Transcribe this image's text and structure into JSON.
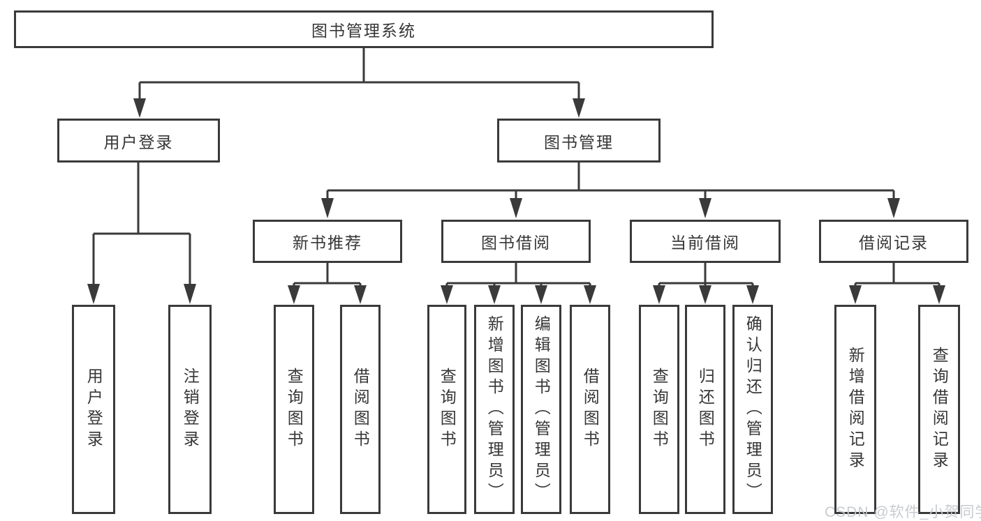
{
  "tree": {
    "label": "图书管理系统",
    "children": [
      {
        "label": "用户登录",
        "children": [
          {
            "label": "用户登录"
          },
          {
            "label": "注销登录"
          }
        ]
      },
      {
        "label": "图书管理",
        "children": [
          {
            "label": "新书推荐",
            "children": [
              {
                "label": "查询图书"
              },
              {
                "label": "借阅图书"
              }
            ]
          },
          {
            "label": "图书借阅",
            "children": [
              {
                "label": "查询图书"
              },
              {
                "label": "新增图书（管理员）"
              },
              {
                "label": "编辑图书（管理员）"
              },
              {
                "label": "借阅图书"
              }
            ]
          },
          {
            "label": "当前借阅",
            "children": [
              {
                "label": "查询图书"
              },
              {
                "label": "归还图书"
              },
              {
                "label": "确认归还（管理员）"
              }
            ]
          },
          {
            "label": "借阅记录",
            "children": [
              {
                "label": "新增借阅记录"
              },
              {
                "label": "查询借阅记录"
              }
            ]
          }
        ]
      }
    ]
  },
  "watermark": "CSDN @软件_小贺同学",
  "colors": {
    "line": "#3a3a3a",
    "text": "#363636",
    "background": "#ffffff",
    "watermark": "#c5c9cd"
  }
}
